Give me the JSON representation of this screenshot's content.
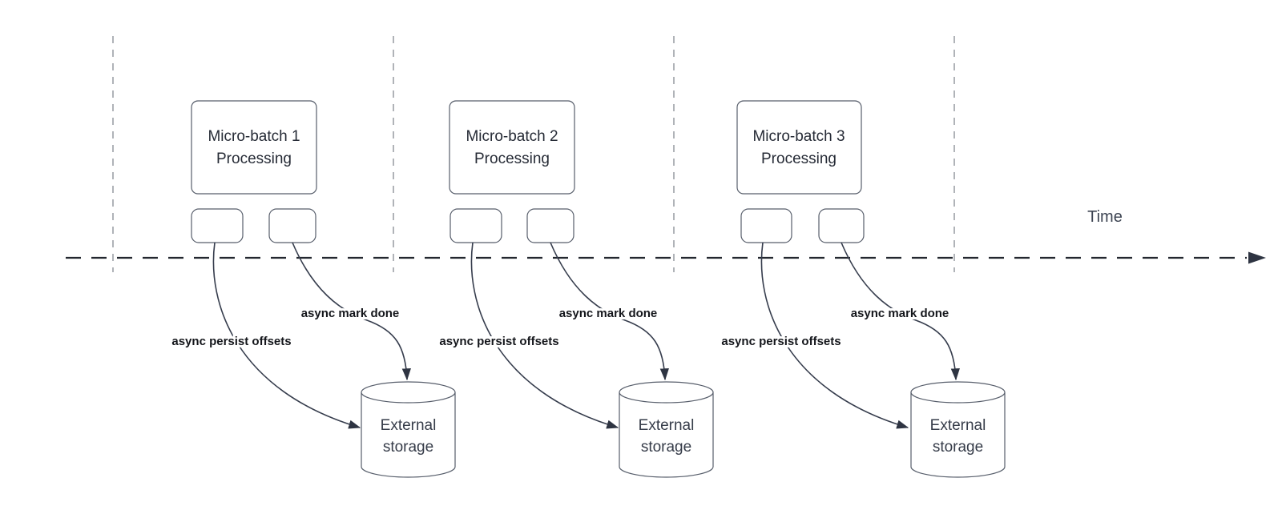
{
  "diagram": {
    "time_axis_label": "Time",
    "groups": [
      {
        "box_line1": "Micro-batch 1",
        "box_line2": "Processing",
        "persist_label": "async persist offsets",
        "done_label": "async mark done",
        "storage_line1": "External",
        "storage_line2": "storage"
      },
      {
        "box_line1": "Micro-batch 2",
        "box_line2": "Processing",
        "persist_label": "async persist offsets",
        "done_label": "async mark done",
        "storage_line1": "External",
        "storage_line2": "storage"
      },
      {
        "box_line1": "Micro-batch 3",
        "box_line2": "Processing",
        "persist_label": "async persist offsets",
        "done_label": "async mark done",
        "storage_line1": "External",
        "storage_line2": "storage"
      }
    ],
    "colors": {
      "background": "#ffffff",
      "shape_stroke": "#575e6b",
      "connector_stroke": "#363d4d",
      "arrowhead_fill": "#2e3442",
      "timeline_stroke": "#23272f",
      "lane_divider_stroke": "#a7abb0",
      "box_text": "#262b36",
      "bold_label_text": "#14161b",
      "time_label_text": "#3e4553",
      "storage_text": "#363c49"
    }
  }
}
